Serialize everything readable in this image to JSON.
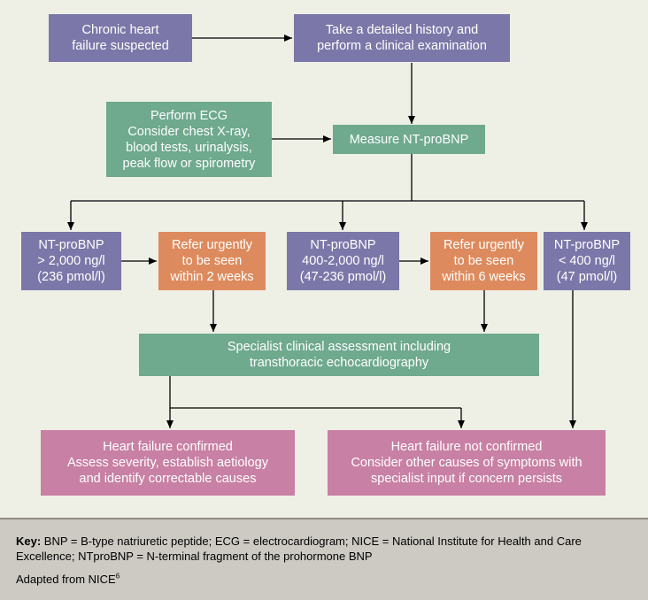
{
  "boxes": {
    "suspected": [
      "Chronic heart",
      "failure suspected"
    ],
    "history": [
      "Take a detailed history and",
      "perform a clinical examination"
    ],
    "ecg": [
      "Perform ECG",
      "Consider chest X-ray,",
      "blood tests, urinalysis,",
      "peak flow or spirometry"
    ],
    "measure": [
      "Measure NT-proBNP"
    ],
    "high": [
      "NT-proBNP",
      "> 2,000 ng/l",
      "(236 pmol/l)"
    ],
    "refer2": [
      "Refer urgently",
      "to be seen",
      "within 2 weeks"
    ],
    "mid": [
      "NT-proBNP",
      "400-2,000 ng/l",
      "(47-236 pmol/l)"
    ],
    "refer6": [
      "Refer urgently",
      "to be seen",
      "within 6 weeks"
    ],
    "low": [
      "NT-proBNP",
      "< 400 ng/l",
      "(47 pmol/l)"
    ],
    "specialist": [
      "Specialist clinical assessment including",
      "transthoracic echocardiography"
    ],
    "confirmed": [
      "Heart failure confirmed",
      "Assess severity, establish aetiology",
      "and identify correctable causes"
    ],
    "not_confirmed": [
      "Heart failure not confirmed",
      "Consider other causes of symptoms with",
      "specialist input if concern persists"
    ]
  },
  "key": {
    "label": "Key:",
    "text": " BNP = B-type natriuretic peptide; ECG = electrocardiogram; NICE = National Institute for Health and Care Excellence; NTproBNP = N-terminal fragment of the prohormone BNP",
    "source": "Adapted from NICE",
    "source_ref": "6"
  },
  "colors": {
    "purple": "#7b77a8",
    "green": "#6fa98e",
    "orange": "#dd8b5e",
    "pink": "#c880a4",
    "key_background": "#cdcac4"
  }
}
